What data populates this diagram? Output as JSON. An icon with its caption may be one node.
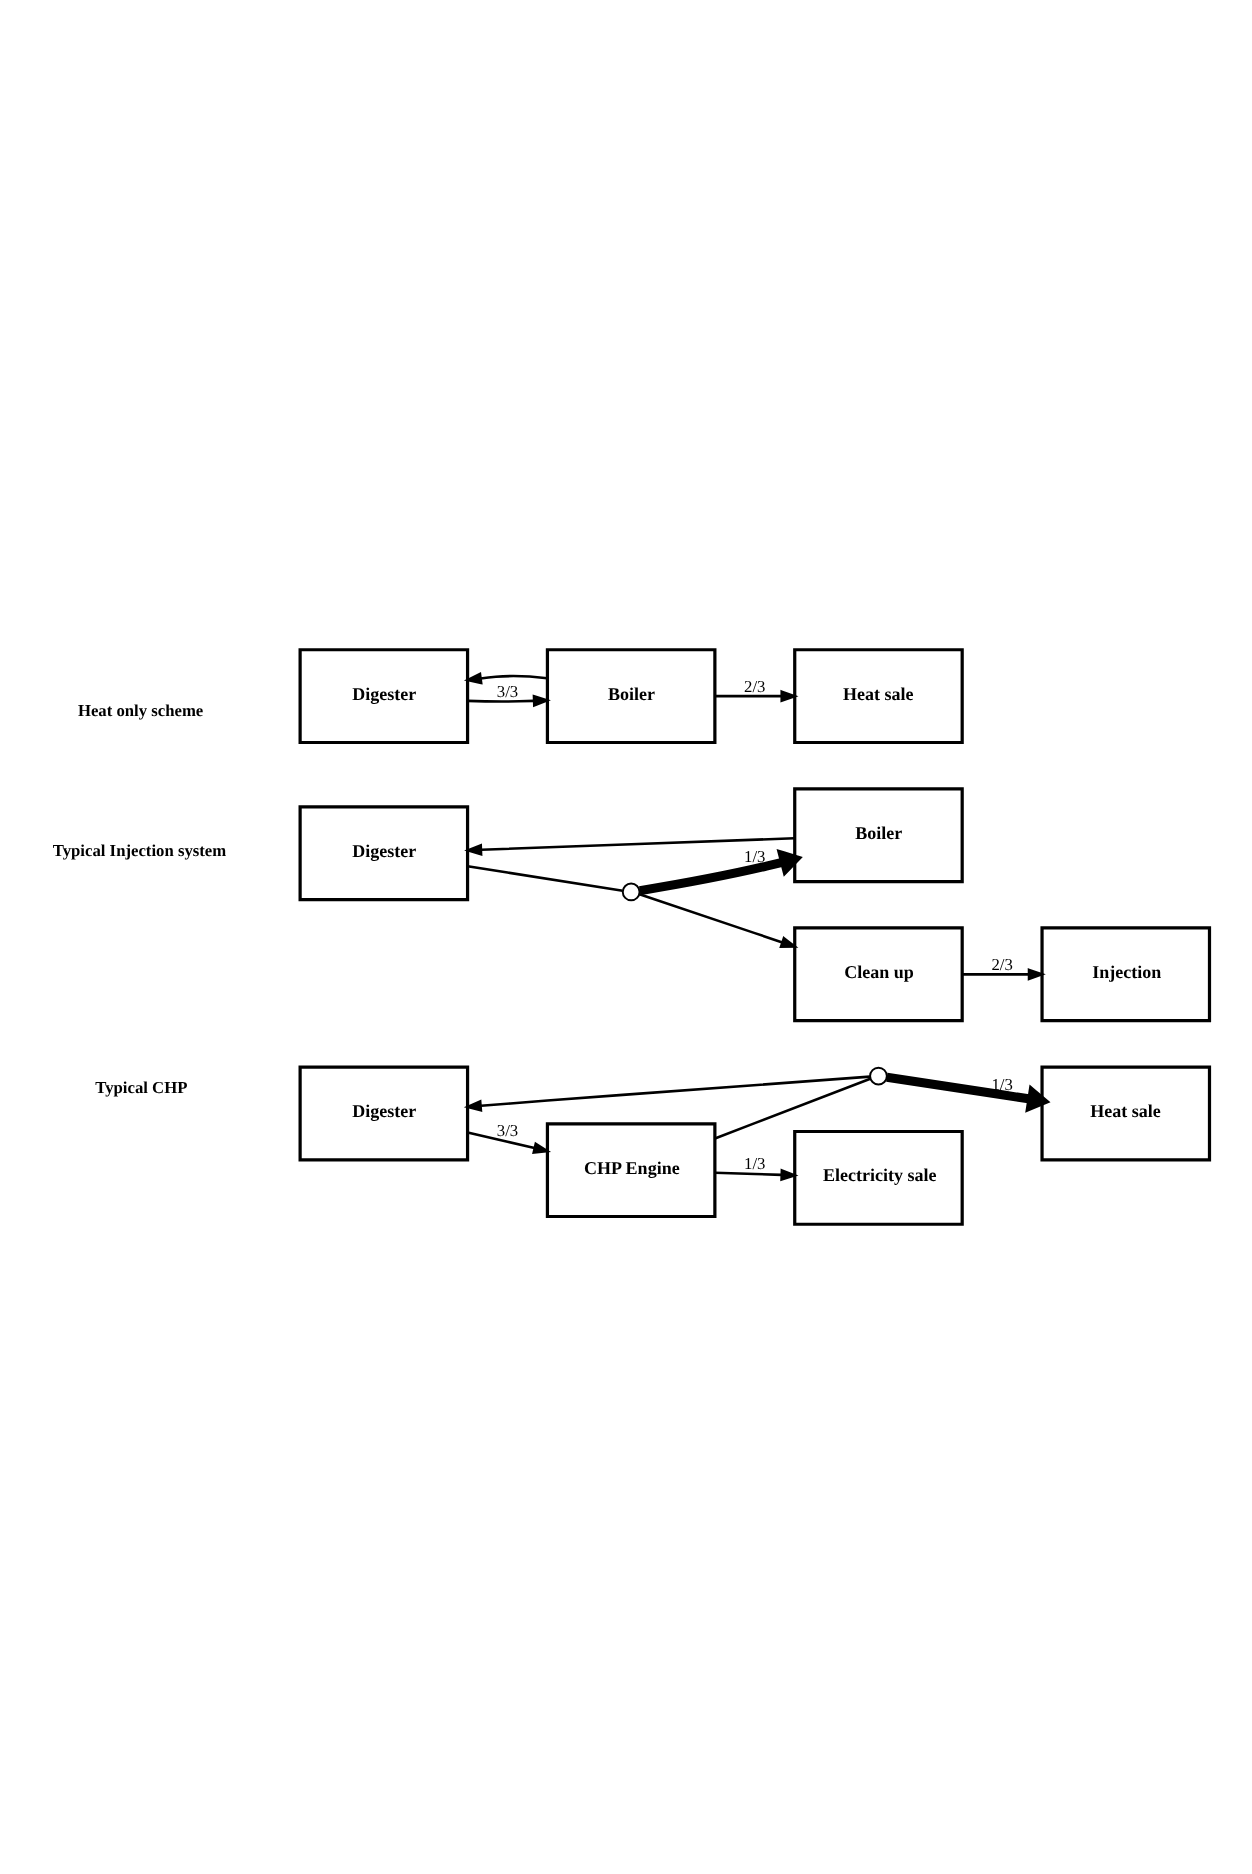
{
  "diagram": {
    "nodes": [
      {
        "text": [
          "Digester"
        ]
      },
      {
        "text": [
          "CHP Engine"
        ]
      },
      {
        "text": [
          "Electricity sale"
        ]
      },
      {
        "text": [],
        "shape": "circle"
      },
      {
        "text": [
          "Heat sale"
        ]
      },
      {
        "text": [
          "Digester"
        ]
      },
      {
        "text": [],
        "shape": "circle"
      },
      {
        "text": [
          "Clean up"
        ]
      },
      {
        "text": [
          "Injection"
        ]
      },
      {
        "text": [
          "Boiler"
        ]
      },
      {
        "text": [
          "Digester"
        ]
      },
      {
        "text": [
          "Boiler"
        ]
      },
      {
        "text": [
          "Heat sale"
        ]
      }
    ],
    "edges": [
      {
        "from": 0,
        "to": 1,
        "arrow": "to",
        "label": "3/3"
      },
      {
        "from": 1,
        "to": 2,
        "arrow": "to",
        "label": "1/3"
      },
      {
        "from": 1,
        "to": 3,
        "arrow": "none"
      },
      {
        "from": 3,
        "to": 0,
        "arrow": "to"
      },
      {
        "from": 3,
        "to": 4,
        "arrow": "to",
        "label": "1/3",
        "style": "thick"
      },
      {
        "from": 5,
        "to": 6,
        "arrow": "none"
      },
      {
        "from": 6,
        "to": 7,
        "arrow": "to"
      },
      {
        "from": 7,
        "to": 8,
        "arrow": "to",
        "label": "2/3"
      },
      {
        "from": 6,
        "to": 9,
        "arrow": "to",
        "label": "1/3",
        "style": "thick"
      },
      {
        "from": 9,
        "to": 5,
        "arrow": "to"
      },
      {
        "from": 10,
        "to": 11,
        "arrow": "to",
        "label": "3/3"
      },
      {
        "from": 11,
        "to": 12,
        "arrow": "to",
        "label": "2/3"
      },
      {
        "from": 11,
        "to": 10,
        "arrow": "to"
      }
    ],
    "labels": [
      "Typical CHP",
      "Typical Injection system",
      "Heat only scheme"
    ]
  }
}
